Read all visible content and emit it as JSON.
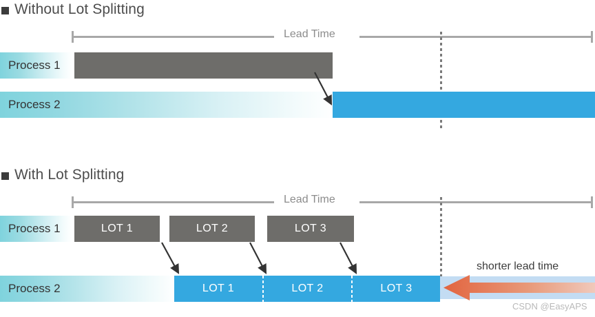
{
  "colors": {
    "gray_bar": "#6e6d6a",
    "blue_bar": "#34a8e0",
    "teal_label": "#7fd3dd",
    "ruler": "#a8a8a8",
    "now_line": "#7a7a7a",
    "callout_band": "#c3dcf3",
    "callout_arrow": "#e2643f",
    "text": "#4a4a4a"
  },
  "sections": {
    "top": {
      "title": "Without Lot Splitting",
      "ruler_label": "Lead Time",
      "rows": [
        {
          "label": "Process 1",
          "bar_kind": "solid-gray"
        },
        {
          "label": "Process 2",
          "bar_kind": "solid-blue"
        }
      ]
    },
    "bottom": {
      "title": "With Lot Splitting",
      "ruler_label": "Lead Time",
      "rows": [
        {
          "label": "Process 1",
          "bar_kind": "split-gray",
          "lots": [
            "LOT 1",
            "LOT 2",
            "LOT 3"
          ]
        },
        {
          "label": "Process 2",
          "bar_kind": "split-blue",
          "lots": [
            "LOT 1",
            "LOT 2",
            "LOT 3"
          ]
        }
      ]
    }
  },
  "callout": {
    "label": "shorter lead time"
  },
  "watermark": {
    "text": "CSDN @EasyAPS"
  }
}
